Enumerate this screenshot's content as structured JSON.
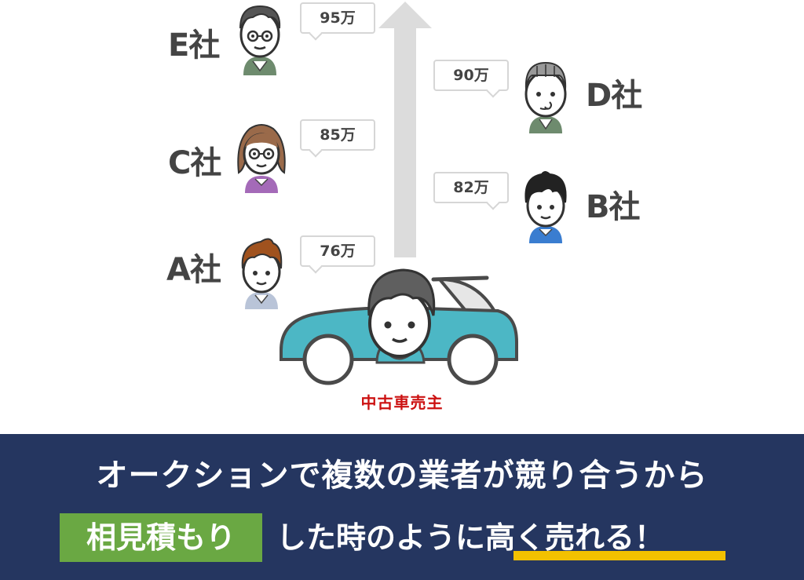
{
  "bids": {
    "e": {
      "company": "E社",
      "price": "95万"
    },
    "c": {
      "company": "C社",
      "price": "85万"
    },
    "a": {
      "company": "A社",
      "price": "76万"
    },
    "d": {
      "company": "D社",
      "price": "90万"
    },
    "b": {
      "company": "B社",
      "price": "82万"
    }
  },
  "seller": {
    "label": "中古車売主"
  },
  "banner": {
    "line1": "オークションで複数の業者が競り合うから",
    "highlight": "相見積もり",
    "line2_plain": "した時のように",
    "line2_emphasis": "高く売れる！"
  },
  "colors": {
    "banner_bg": "#253660",
    "highlight_bg": "#6aa843",
    "underline": "#f2c100",
    "car_body": "#4cb7c5",
    "seller_label": "#cc1111",
    "arrow": "#dcdcdc"
  }
}
